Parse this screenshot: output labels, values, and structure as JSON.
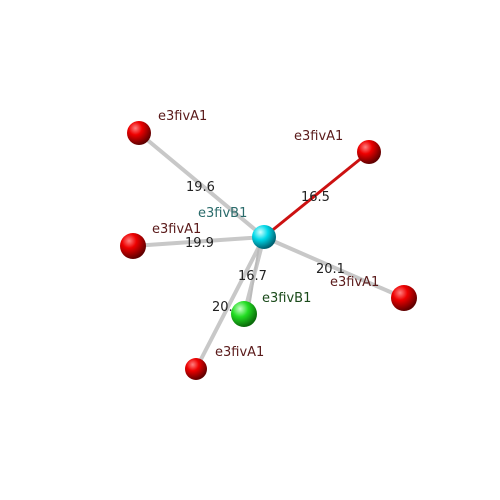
{
  "diagram": {
    "center": {
      "label": "e3fivB1",
      "color": "#00d0e0",
      "label_color": "#2a6b6b"
    },
    "nodes": [
      {
        "id": "top-left",
        "label": "e3fivA1",
        "color": "#dd0000",
        "label_color": "#5a1a1a",
        "distance": "19.6",
        "bond_color": "#c8c8c8"
      },
      {
        "id": "top-right",
        "label": "e3fivA1",
        "color": "#dd0000",
        "label_color": "#5a1a1a",
        "distance": "16.5",
        "bond_color": "#cc1111"
      },
      {
        "id": "left",
        "label": "e3fivA1",
        "color": "#dd0000",
        "label_color": "#5a1a1a",
        "distance": "19.9",
        "bond_color": "#c8c8c8"
      },
      {
        "id": "right",
        "label": "e3fivA1",
        "color": "#dd0000",
        "label_color": "#5a1a1a",
        "distance": "20.1",
        "bond_color": "#c8c8c8"
      },
      {
        "id": "bottom",
        "label": "e3fivA1",
        "color": "#dd0000",
        "label_color": "#5a1a1a",
        "distance": "20.",
        "bond_color": "#c8c8c8"
      },
      {
        "id": "green",
        "label": "e3fivB1",
        "color": "#22dd22",
        "label_color": "#1a4a1a",
        "distance": "16.7",
        "bond_color": "#c8c8c8"
      }
    ]
  }
}
